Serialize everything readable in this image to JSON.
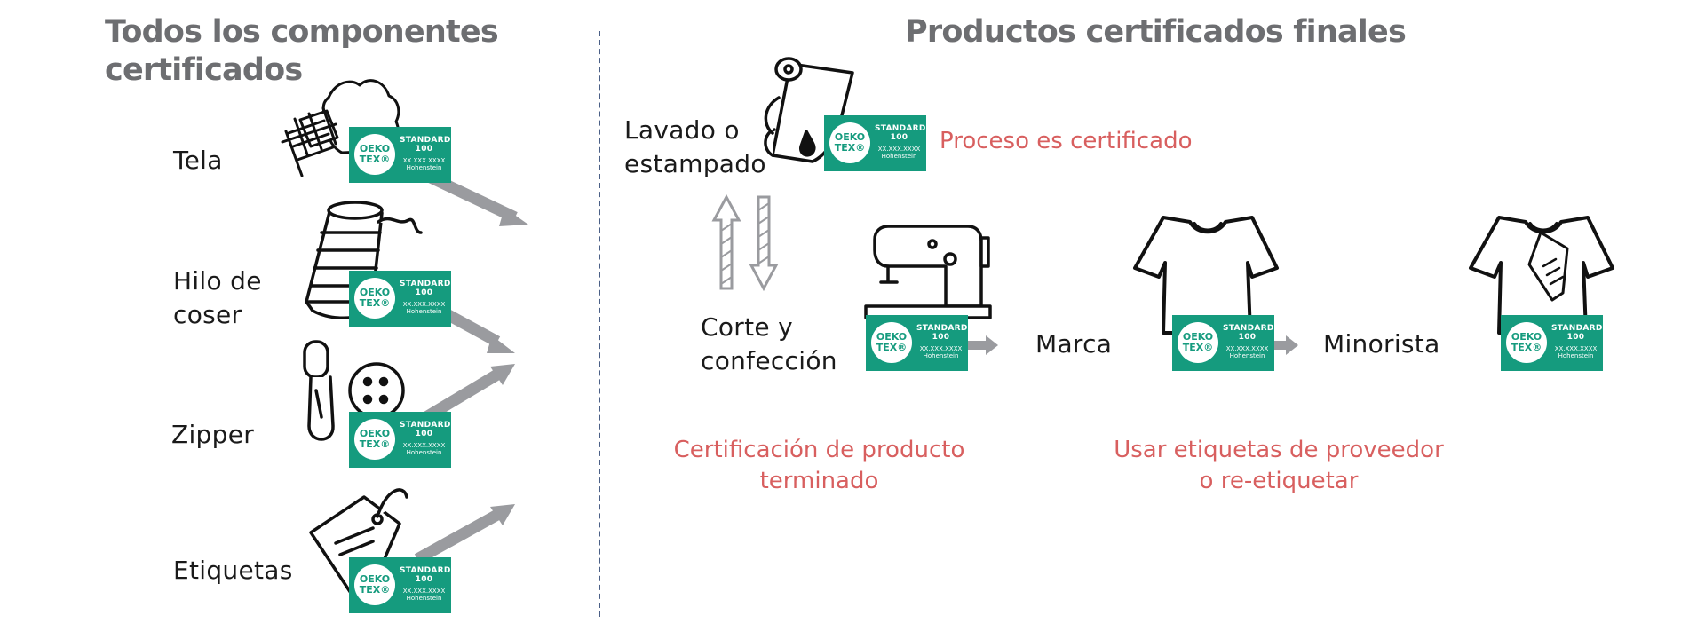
{
  "headings": {
    "left": [
      "Todos los componentes",
      "certificados"
    ],
    "right": "Productos certificados finales"
  },
  "components": [
    {
      "label_lines": [
        "Tela"
      ],
      "icon": "fabric-icon"
    },
    {
      "label_lines": [
        "Hilo de",
        "coser"
      ],
      "icon": "thread-spool-icon"
    },
    {
      "label_lines": [
        "Zipper"
      ],
      "icon": "zipper-button-icon"
    },
    {
      "label_lines": [
        "Etiquetas"
      ],
      "icon": "tag-icon"
    }
  ],
  "flow": {
    "washing": [
      "Lavado o",
      "estampado"
    ],
    "sewing": [
      "Corte y",
      "confección"
    ],
    "brand": "Marca",
    "retailer": "Minorista"
  },
  "notes": {
    "process": "Proceso es certificado",
    "product": [
      "Certificación de producto",
      "terminado"
    ],
    "labels": [
      "Usar etiquetas de proveedor",
      "o re-etiquetar"
    ]
  },
  "badge": {
    "logo": [
      "OEKO",
      "TEX®"
    ],
    "standard": [
      "STANDARD",
      "100"
    ],
    "number": "XX.XXX.XXXX",
    "institute": "Hohenstein"
  },
  "colors": {
    "badge_green": "#159b7e",
    "heading_gray": "#6d6e71",
    "note_red": "#d85f5f",
    "arrow_gray": "#9a9b9f",
    "divider_blue": "#4a5f86"
  }
}
